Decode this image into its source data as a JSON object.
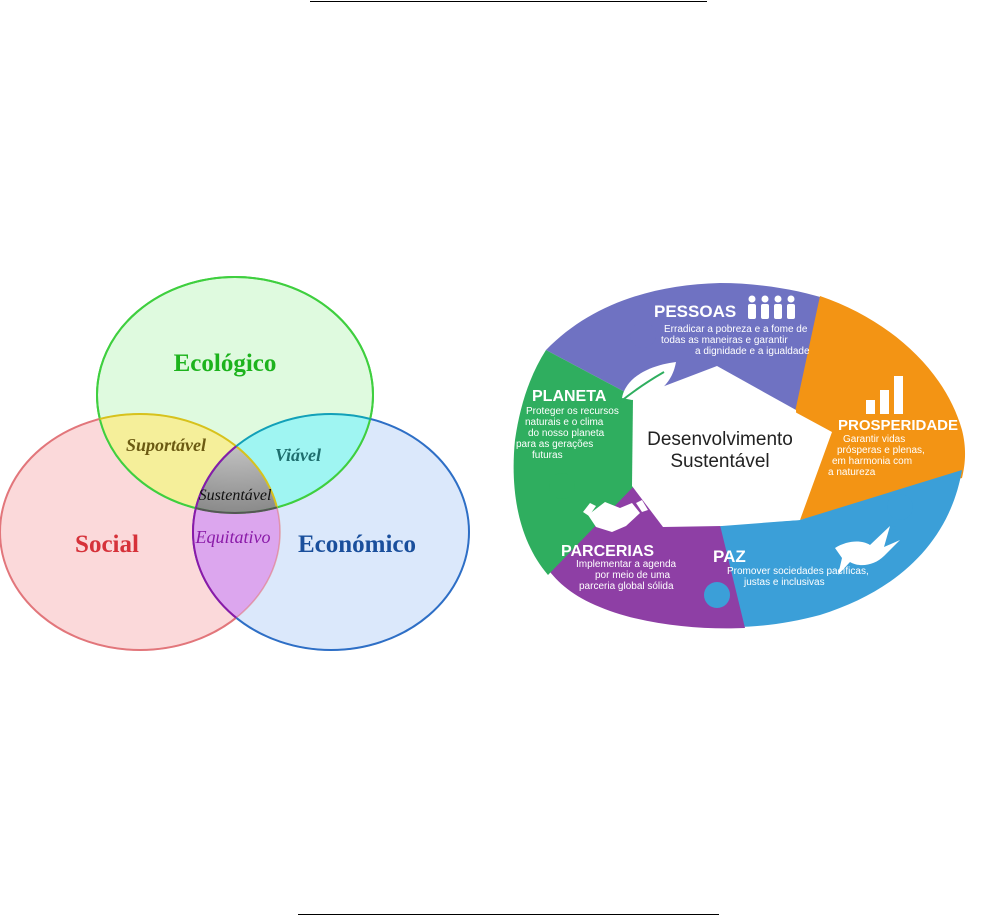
{
  "venn": {
    "top": "Ecológico",
    "left": "Social",
    "right": "Económico",
    "top_left": "Suportável",
    "top_right": "Viável",
    "bottom": "Equitativo",
    "center": "Sustentável",
    "colors": {
      "ecologico": "#1db31d",
      "social": "#d6323a",
      "economico": "#1a4f9c",
      "suportavel": "#6b5a12",
      "viavel": "#1e6e6e",
      "equitativo": "#8a1aa8"
    }
  },
  "wheel": {
    "center_line1": "Desenvolvimento",
    "center_line2": "Sustentável",
    "pessoas": {
      "title": "PESSOAS",
      "desc1": "Erradicar a pobreza e a fome de",
      "desc2": "todas as maneiras e garantir",
      "desc3": "a dignidade e a igualdade",
      "color": "#6f72c2"
    },
    "prosperidade": {
      "title": "PROSPERIDADE",
      "desc1": "Garantir vidas",
      "desc2": "prósperas e plenas,",
      "desc3": "em harmonia com",
      "desc4": "a natureza",
      "color": "#f39414"
    },
    "paz": {
      "title": "PAZ",
      "desc1": "Promover sociedades pacíficas,",
      "desc2": "justas e inclusivas",
      "color": "#3b9fd8"
    },
    "parcerias": {
      "title": "PARCERIAS",
      "desc1": "Implementar a agenda",
      "desc2": "por meio de uma",
      "desc3": "parceria global sólida",
      "color": "#8e3fa5"
    },
    "planeta": {
      "title": "PLANETA",
      "desc1": "Proteger os recursos",
      "desc2": "naturais e o clima",
      "desc3": "do nosso planeta",
      "desc4": "para as gerações",
      "desc5": "futuras",
      "color": "#2fae5f"
    }
  }
}
